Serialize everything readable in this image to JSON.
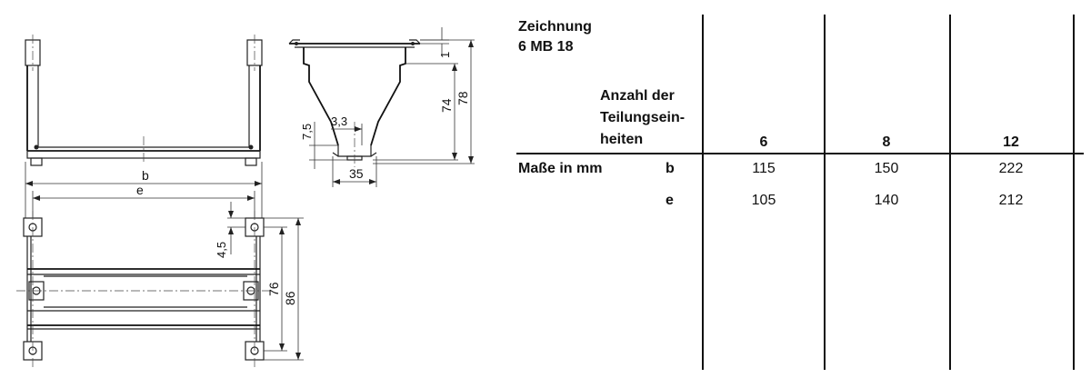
{
  "drawing": {
    "labels": {
      "dim_1": "1",
      "dim_74": "74",
      "dim_78": "78",
      "dim_7_5": "7,5",
      "dim_3_3": "3,3",
      "dim_35": "35",
      "dim_b": "b",
      "dim_e": "e",
      "dim_4_5": "4,5",
      "dim_76": "76",
      "dim_86": "86"
    }
  },
  "table": {
    "title_line1": "Zeichnung",
    "title_line2": "6 MB 18",
    "header_line1": "Anzahl der",
    "header_line2": "Teilungsein-",
    "header_line3": "heiten",
    "columns": [
      "6",
      "8",
      "12"
    ],
    "row_group_label": "Maße in mm",
    "rows": [
      {
        "label": "b",
        "values": [
          "115",
          "150",
          "222"
        ]
      },
      {
        "label": "e",
        "values": [
          "105",
          "140",
          "212"
        ]
      }
    ]
  }
}
